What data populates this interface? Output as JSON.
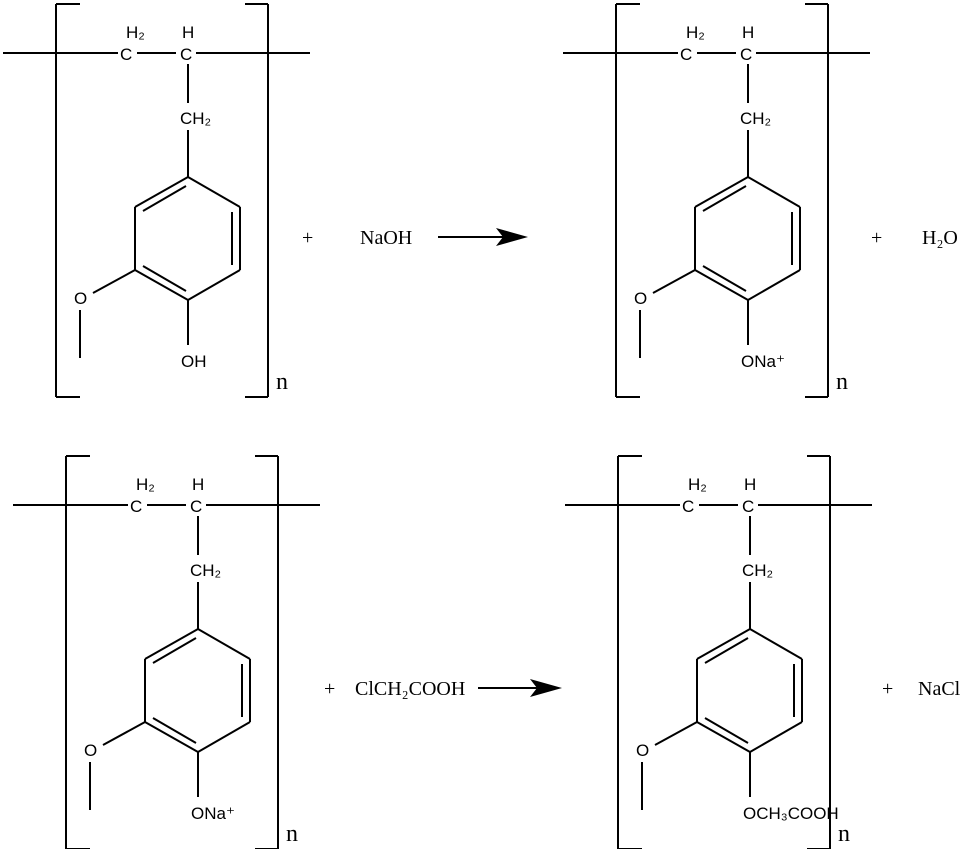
{
  "reactions": [
    {
      "reactant": {
        "ch2_top": "H₂",
        "c1": "C",
        "h_top": "H",
        "c2": "C",
        "side_ch2": "CH₂",
        "methoxy_o": "O",
        "para_group": "OH",
        "repeat": "n"
      },
      "plus1": "+",
      "reagent": "NaOH",
      "product": {
        "ch2_top": "H₂",
        "c1": "C",
        "h_top": "H",
        "c2": "C",
        "side_ch2": "CH₂",
        "methoxy_o": "O",
        "para_group": "ONa⁺",
        "repeat": "n"
      },
      "plus2": "+",
      "byproduct": "H₂O"
    },
    {
      "reactant": {
        "ch2_top": "H₂",
        "c1": "C",
        "h_top": "H",
        "c2": "C",
        "side_ch2": "CH₂",
        "methoxy_o": "O",
        "para_group": "ONa⁺",
        "repeat": "n"
      },
      "plus1": "+",
      "reagent": "ClCH₂COOH",
      "product": {
        "ch2_top": "H₂",
        "c1": "C",
        "h_top": "H",
        "c2": "C",
        "side_ch2": "CH₂",
        "methoxy_o": "O",
        "para_group": "OCH₃COOH",
        "repeat": "n"
      },
      "plus2": "+",
      "byproduct": "NaCl"
    }
  ]
}
